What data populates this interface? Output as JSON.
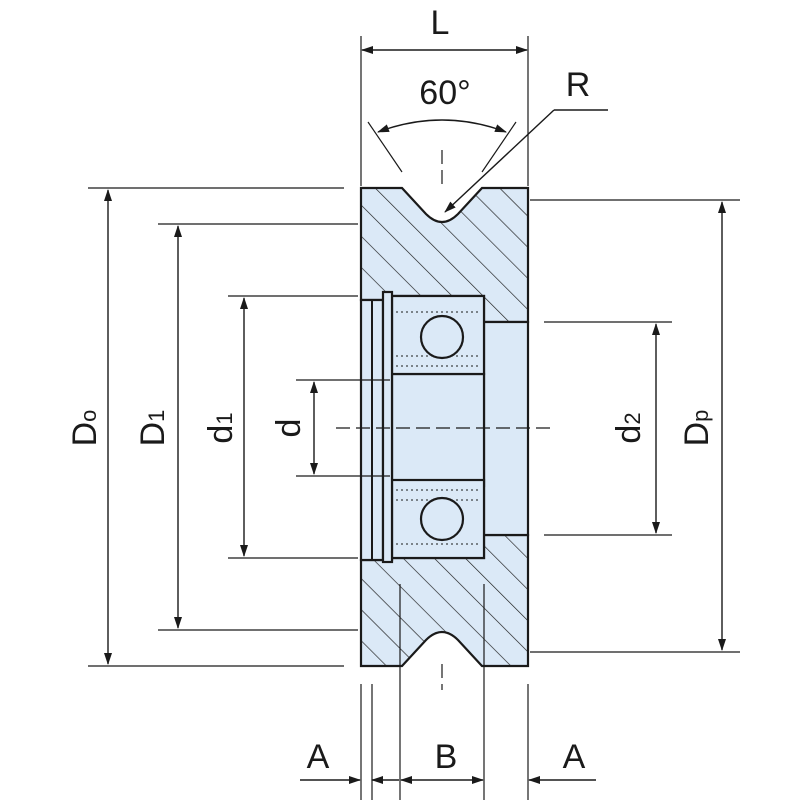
{
  "colors": {
    "part_fill": "#dbe9f7",
    "ink": "#1a1a1a",
    "background": "#ffffff"
  },
  "labels": {
    "width": "L",
    "angle": "60°",
    "groove_radius": "R",
    "outer_diameter": {
      "main": "D",
      "sub": "o"
    },
    "flange_diameter": {
      "main": "D",
      "sub": "1"
    },
    "shoulder_diameter": {
      "main": "d",
      "sub": "1"
    },
    "bore": "d",
    "inner_diameter": {
      "main": "d",
      "sub": "2"
    },
    "pitch_diameter": {
      "main": "D",
      "sub": "p"
    },
    "offset_left": "A",
    "bearing_width": "B",
    "offset_right": "A"
  }
}
